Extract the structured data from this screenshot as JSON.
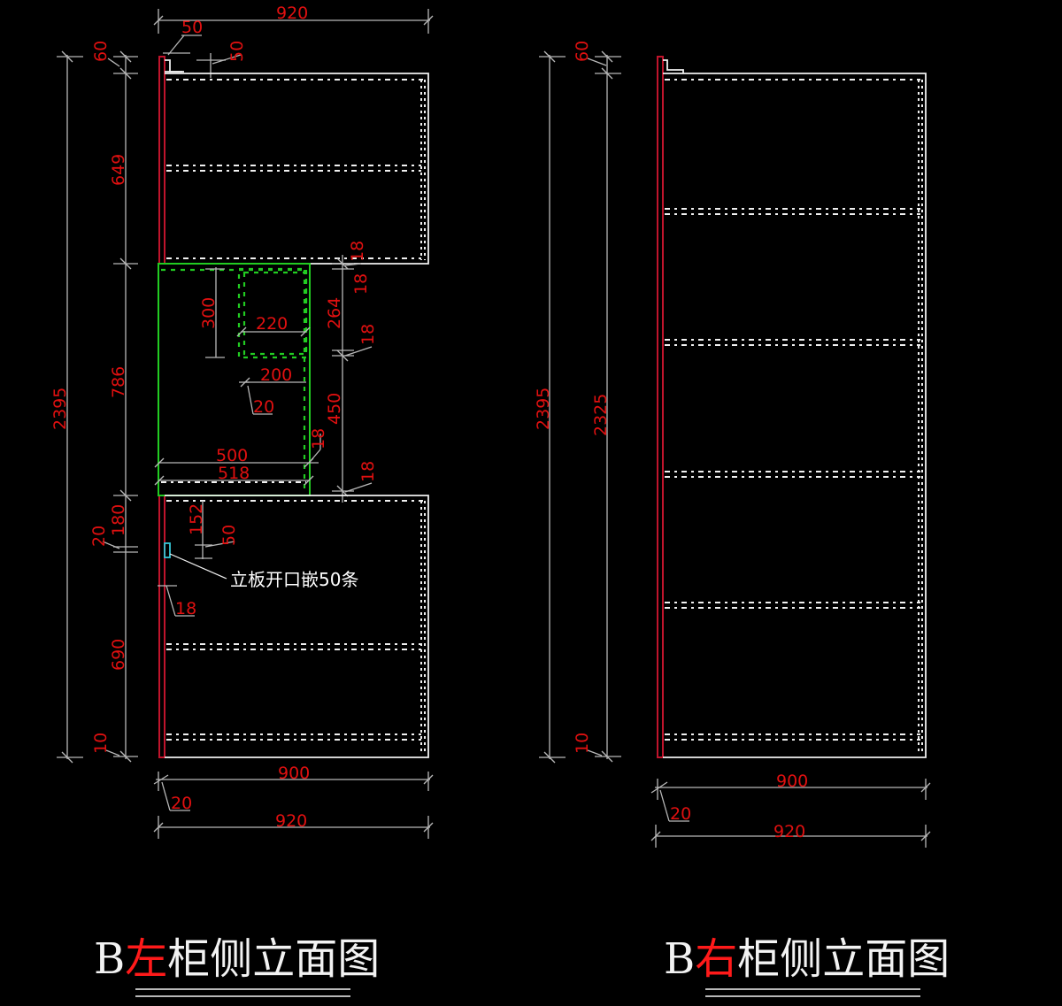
{
  "colors": {
    "background": "#000000",
    "dimension_text": "#e01010",
    "outline": "#f0f0f0",
    "side_panel": "#c0142c",
    "niche": "#22cc22",
    "slot": "#35c8d8",
    "title_highlight": "#ff1a1a"
  },
  "left_cabinet": {
    "title": {
      "prefix": "B",
      "highlight": "左",
      "suffix": "柜侧立面图"
    },
    "top_width": "920",
    "top_inset_50": "50",
    "top_step_50": "50",
    "top_offset_60": "60",
    "total_height": "2395",
    "upper_height": "649",
    "middle_height": "786",
    "lower_height": "690",
    "lower_gap_20": "20",
    "lower_offset_180": "180",
    "base_offset_10": "10",
    "niche_inner_height": "300",
    "niche_inner_width": "220",
    "niche_lower_width": "200",
    "niche_lower_offset": "20",
    "niche_depth_500": "500",
    "niche_depth_518": "518",
    "right_18_top": "18",
    "right_18_second": "18",
    "right_264": "264",
    "right_18_third": "18",
    "right_450": "450",
    "right_18_fourth": "18",
    "right_18_bottom": "18",
    "slot_152": "152",
    "slot_50": "50",
    "side_18": "18",
    "slot_note": "立板开口嵌50条",
    "bottom_900": "900",
    "bottom_20": "20",
    "bottom_920": "920"
  },
  "right_cabinet": {
    "title": {
      "prefix": "B",
      "highlight": "右",
      "suffix": "柜侧立面图"
    },
    "top_offset_60": "60",
    "total_height": "2395",
    "inner_height": "2325",
    "base_offset_10": "10",
    "bottom_900": "900",
    "bottom_20": "20",
    "bottom_920": "920",
    "shelf_count": 4
  }
}
